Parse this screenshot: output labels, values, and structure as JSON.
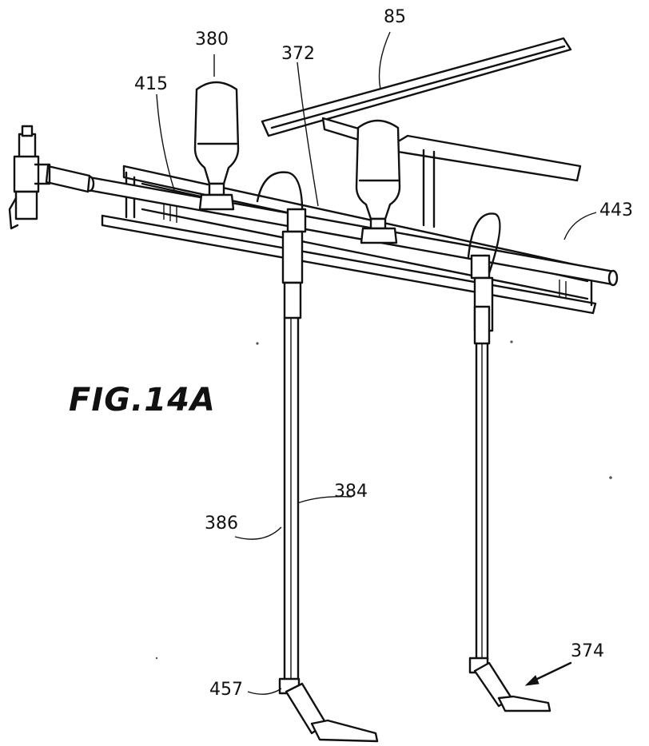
{
  "figure_title": "FIG.14A",
  "reference_numerals": {
    "n85": "85",
    "n380": "380",
    "n372": "372",
    "n415": "415",
    "n443": "443",
    "n384": "384",
    "n386": "386",
    "n457": "457",
    "n374": "374"
  }
}
